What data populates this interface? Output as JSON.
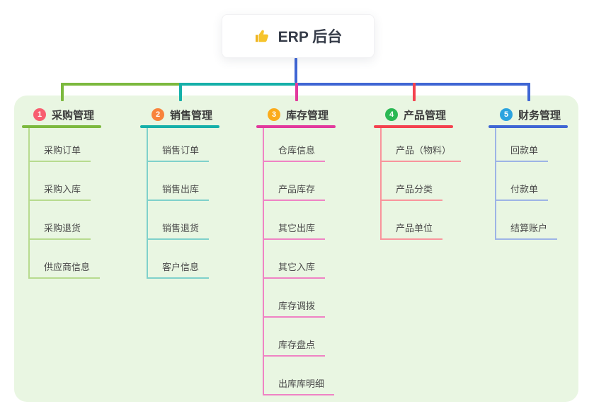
{
  "root": {
    "title": "ERP 后台",
    "icon": "thumbs-up-icon",
    "line_color": "#3f66d4",
    "icon_color": "#f6c42d"
  },
  "panel": {
    "background": "#e9f6e2"
  },
  "branches": [
    {
      "id": "purchase",
      "number": "1",
      "title": "采购管理",
      "accent": "#7cb93e",
      "badge_color": "#f85e70",
      "light": "#b7db8f",
      "items": [
        "采购订单",
        "采购入库",
        "采购退货",
        "供应商信息"
      ]
    },
    {
      "id": "sales",
      "number": "2",
      "title": "销售管理",
      "accent": "#16b0a9",
      "badge_color": "#f8833c",
      "light": "#7fd1cb",
      "items": [
        "销售订单",
        "销售出库",
        "销售退货",
        "客户信息"
      ]
    },
    {
      "id": "inventory",
      "number": "3",
      "title": "库存管理",
      "accent": "#e23a9d",
      "badge_color": "#fbab1b",
      "light": "#ef83c4",
      "items": [
        "仓库信息",
        "产品库存",
        "其它出库",
        "其它入库",
        "库存调拨",
        "库存盘点",
        "出库库明细"
      ]
    },
    {
      "id": "product",
      "number": "4",
      "title": "产品管理",
      "accent": "#f4424f",
      "badge_color": "#2ab853",
      "light": "#f9949c",
      "items": [
        "产品（物料）",
        "产品分类",
        "产品单位"
      ]
    },
    {
      "id": "finance",
      "number": "5",
      "title": "财务管理",
      "accent": "#3f66d4",
      "badge_color": "#2ba3df",
      "light": "#9db4e6",
      "items": [
        "回款单",
        "付款单",
        "结算账户"
      ]
    }
  ]
}
